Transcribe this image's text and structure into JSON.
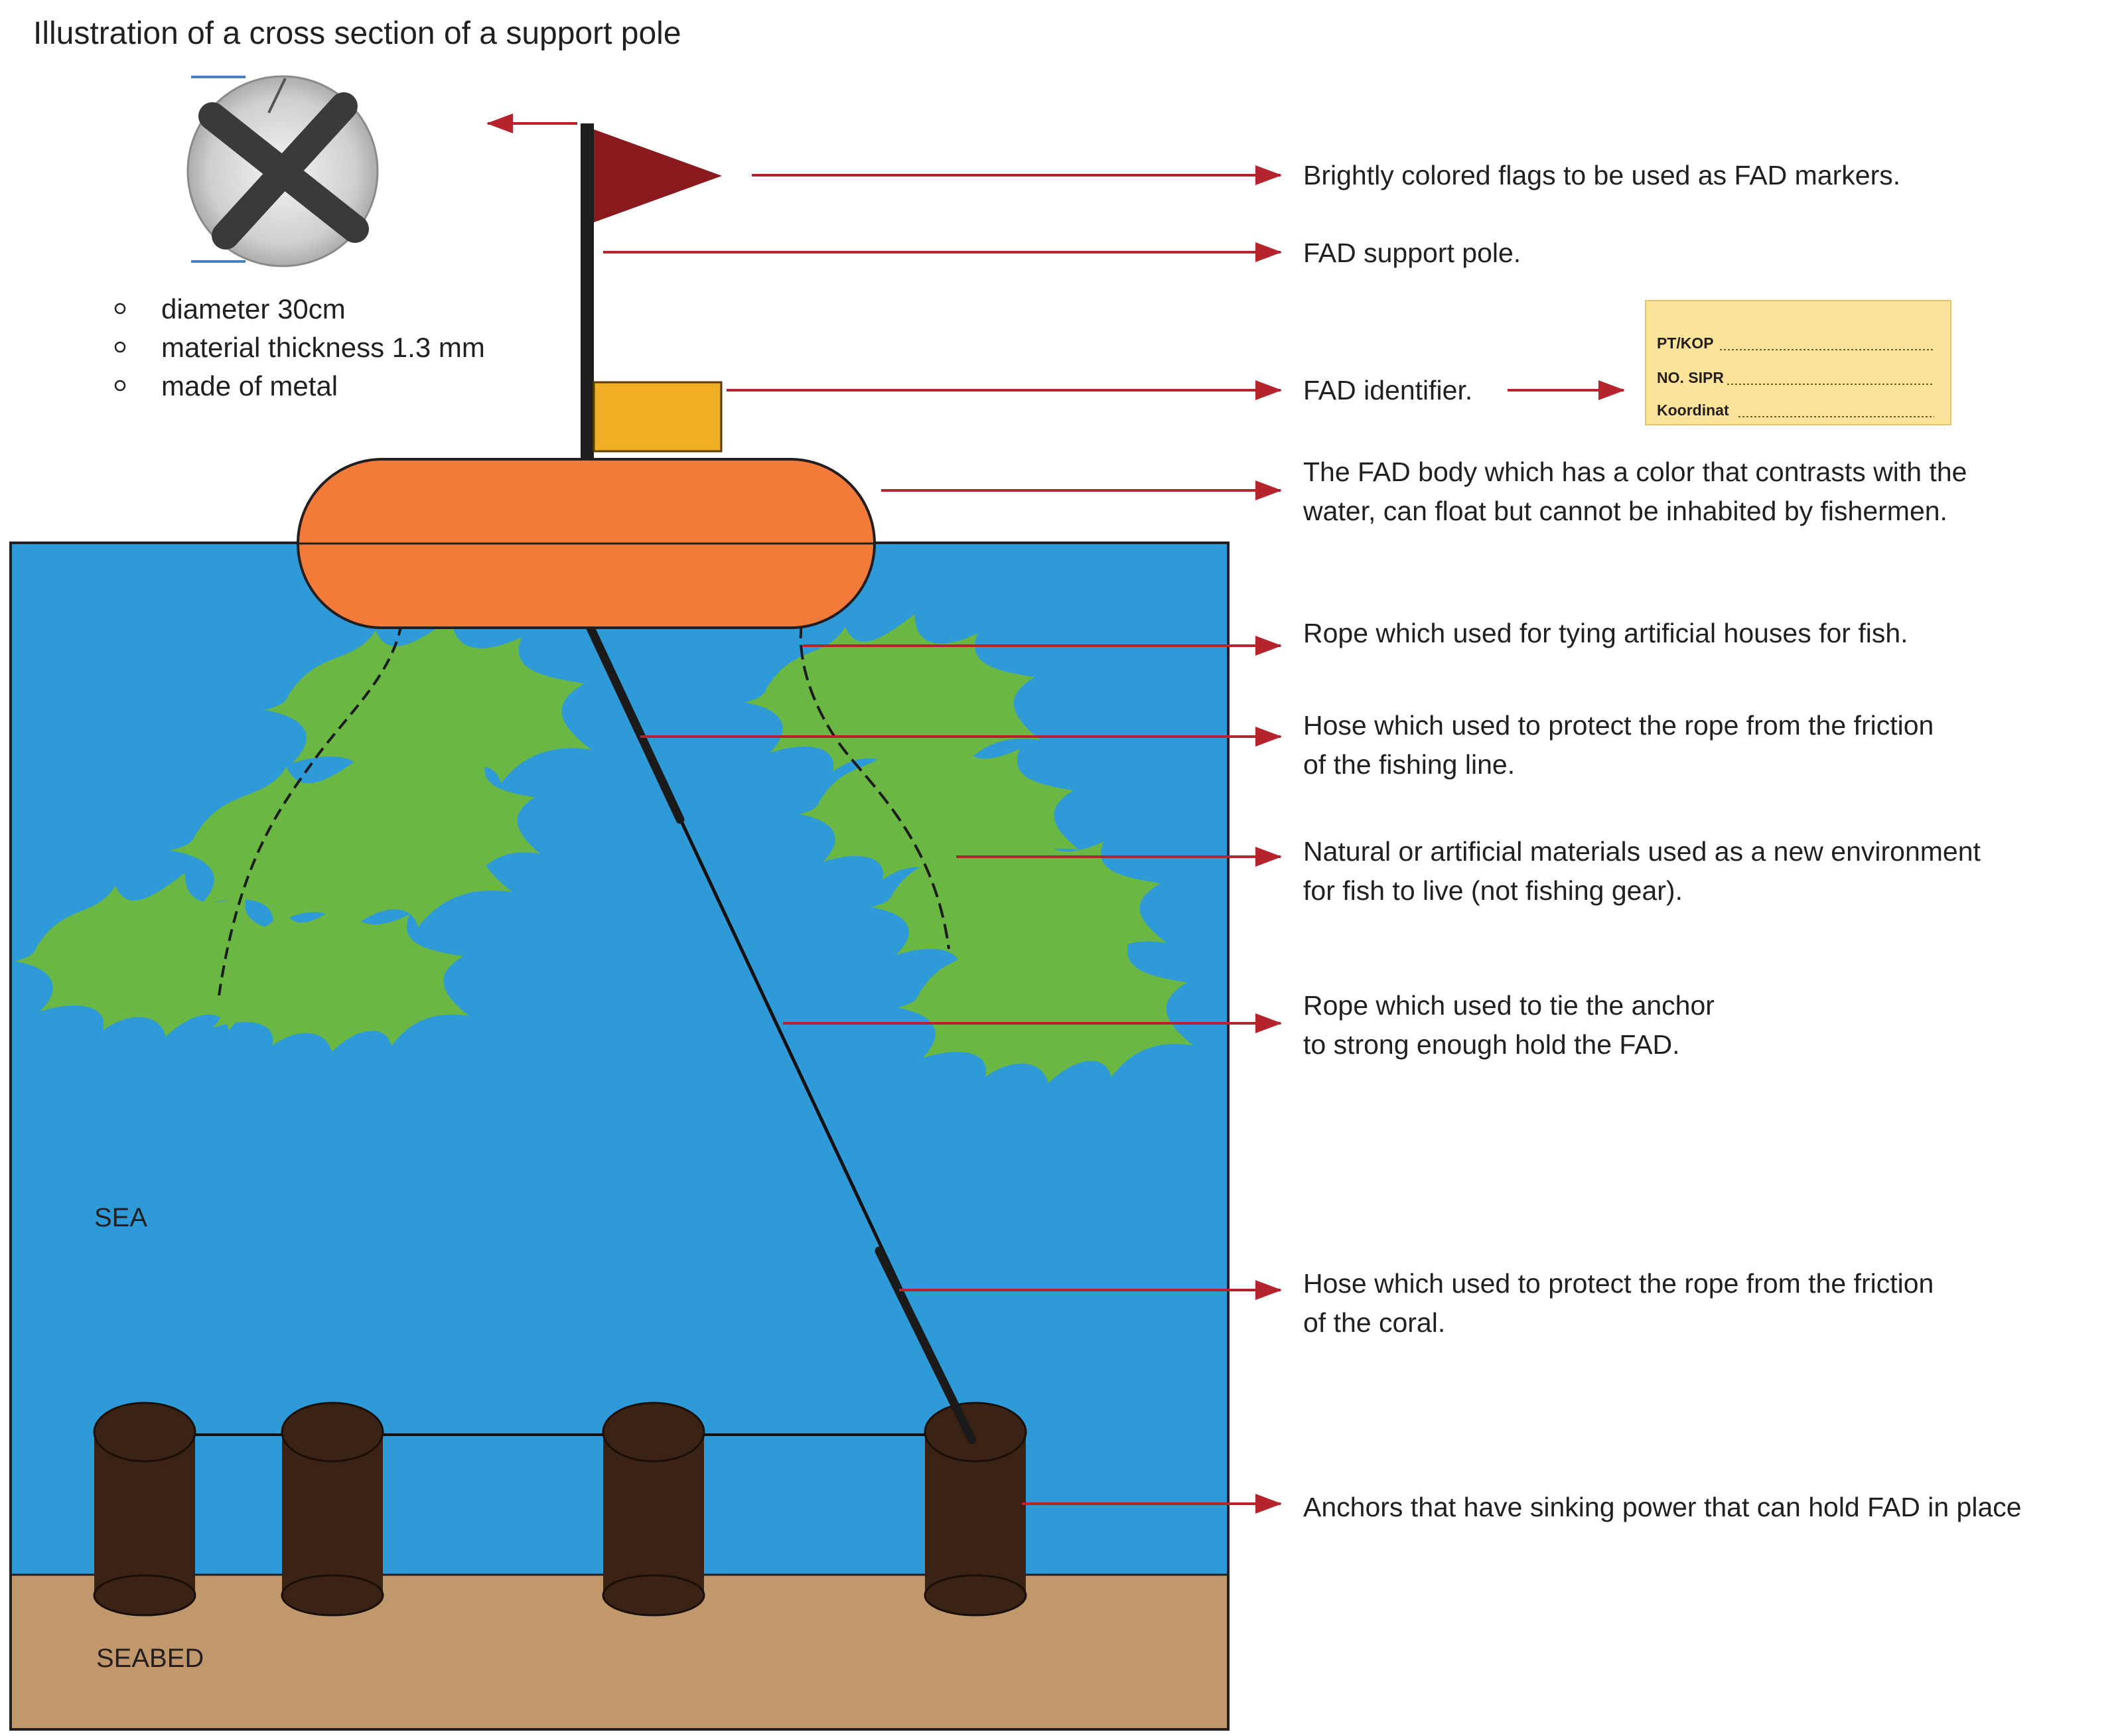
{
  "title": "Illustration of a cross section of a support pole",
  "specs": [
    "diameter 30cm",
    "material thickness 1.3 mm",
    "made of metal"
  ],
  "identifier_tag": [
    "PT/KOP",
    "NO. SIPR",
    "Koordinat"
  ],
  "labels": [
    [
      "Brightly colored flags to be used as FAD markers."
    ],
    [
      "FAD support pole."
    ],
    [
      "FAD identifier."
    ],
    [
      "The FAD body which has a color that contrasts with the",
      "water,  can float but cannot be inhabited by fishermen."
    ],
    [
      "Rope which used for tying artificial houses for fish."
    ],
    [
      "Hose which used to protect the rope from the friction",
      "of the fishing line."
    ],
    [
      "Natural or artificial materials used as a new environment",
      "for fish to live (not fishing gear)."
    ],
    [
      "Rope which used to tie the anchor",
      "to strong enough hold the FAD."
    ],
    [
      "Hose which used to protect the rope from the friction",
      "of the coral."
    ],
    [
      "Anchors that have sinking power that can hold FAD in place"
    ]
  ],
  "zones": {
    "sea": "SEA",
    "seabed": "SEABED"
  },
  "colors": {
    "sea": "#2e9ad8",
    "seabed": "#c1986c",
    "buoy": "#f27b3a",
    "flag": "#8b1a1f",
    "identifier": "#f0ae24",
    "vegetation": "#6ab843",
    "anchor": "#3a2314",
    "arrow": "#b5232c",
    "tag_bg": "#fbe39a"
  },
  "icons": [
    "support-pole-cross-section-photo"
  ]
}
